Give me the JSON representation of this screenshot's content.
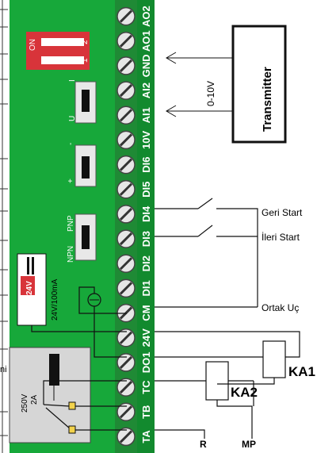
{
  "terminals": [
    "AO2",
    "AO1",
    "GND",
    "AI2",
    "AI1",
    "10V",
    "DI6",
    "DI5",
    "DI4",
    "DI3",
    "DI2",
    "DI1",
    "CM",
    "24V",
    "DO1",
    "TC",
    "TB",
    "TA"
  ],
  "dip_switch": {
    "on_label": "ON",
    "pos1": "1",
    "pos2": "2"
  },
  "switch_u_i": {
    "top": "I",
    "bottom": "U"
  },
  "switch_pm": {
    "top": "-",
    "bottom": "+"
  },
  "switch_npn_pnp": {
    "top": "PNP",
    "bottom": "NPN"
  },
  "supply_label": {
    "voltage": "24V",
    "current": "24V/100mA"
  },
  "relay_rating": {
    "voltage": "250V",
    "current": "2A"
  },
  "transmitter": {
    "title": "Transmitter",
    "signal": "0-10V"
  },
  "inputs": {
    "reverse": "Geri Start",
    "forward": "İleri Start",
    "common": "Ortak Uç"
  },
  "relays": {
    "ka1": "KA1",
    "ka2": "KA2"
  },
  "lines": {
    "r": "R",
    "mp": "MP"
  },
  "left_fragment": "ni"
}
